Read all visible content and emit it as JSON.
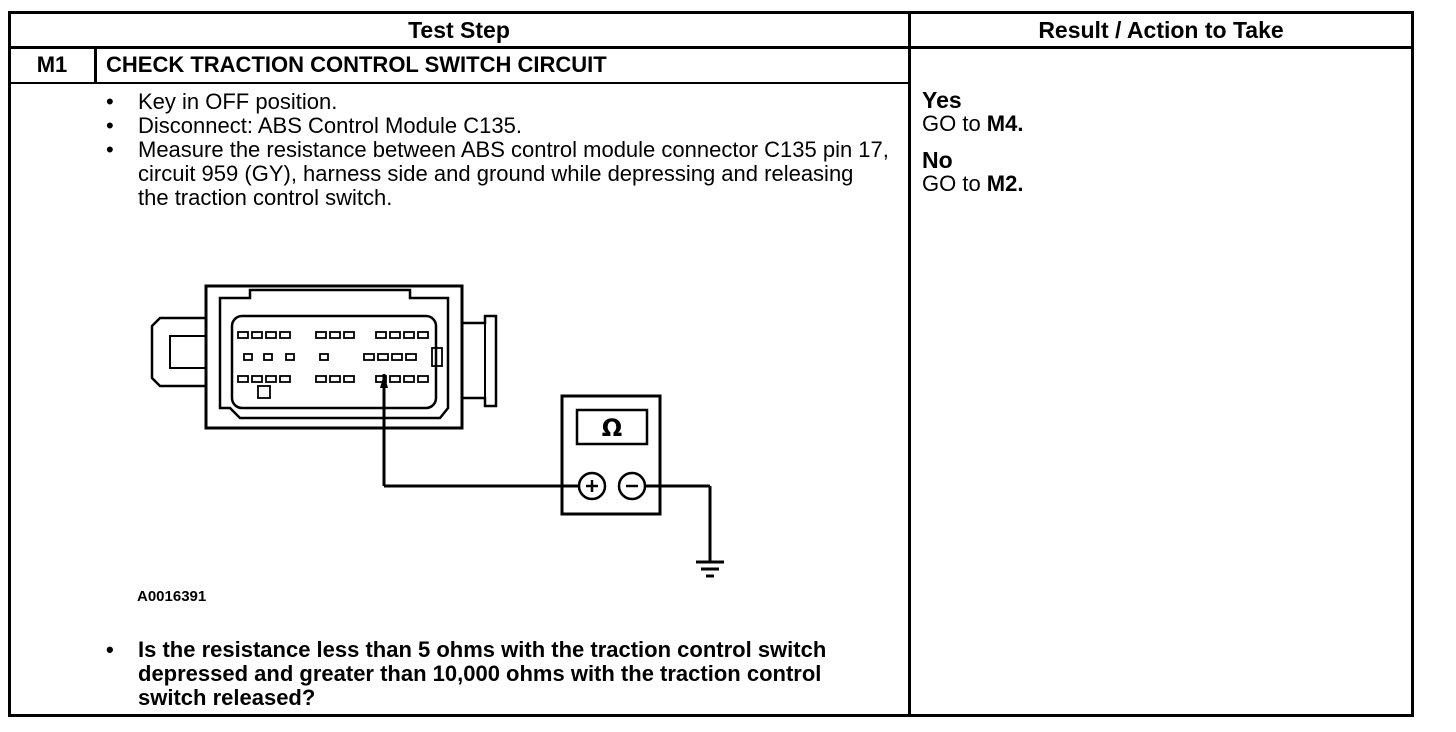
{
  "header": {
    "test_step": "Test Step",
    "result_action": "Result / Action to Take"
  },
  "step": {
    "id": "M1",
    "title": "CHECK TRACTION CONTROL SWITCH CIRCUIT",
    "instructions": [
      "Key in OFF position.",
      "Disconnect: ABS Control Module C135.",
      "Measure the resistance between ABS control module connector C135 pin 17, circuit 959 (GY), harness side and ground while depressing and releasing the traction control switch."
    ],
    "figure_id": "A0016391",
    "meter_symbol": "Ω",
    "question": "Is the resistance less than 5 ohms with the traction control switch depressed and greater than 10,000 ohms with the traction control switch released?"
  },
  "results": {
    "yes_label": "Yes",
    "yes_action_prefix": "GO to ",
    "yes_target": "M4.",
    "no_label": "No",
    "no_action_prefix": "GO to ",
    "no_target": "M2."
  }
}
